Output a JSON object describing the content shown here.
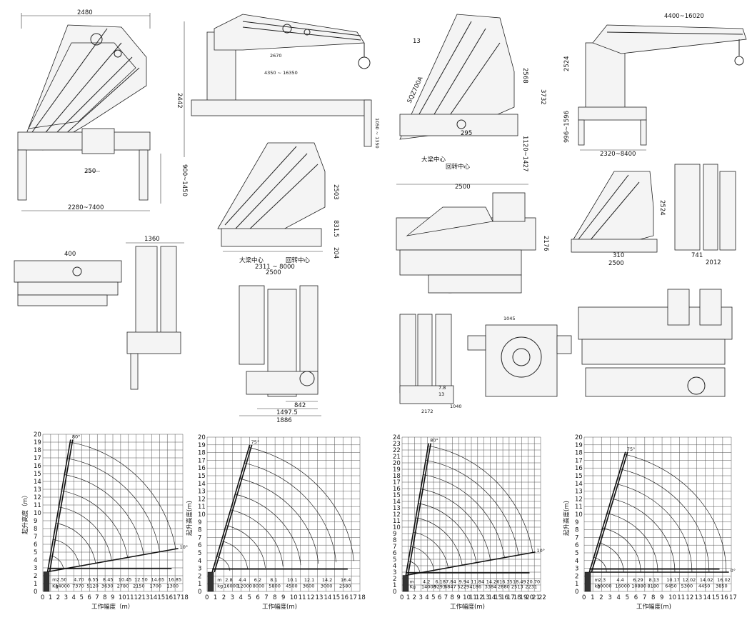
{
  "drawings": {
    "d1": {
      "top": "2480",
      "height": "2442",
      "base": "250",
      "outrigger": "900~1450",
      "span": "2280~7400"
    },
    "d2": {
      "reach1": "2670",
      "reach2": "4350 ~ 16350",
      "vert": "1050 ~ 1350"
    },
    "d3": {
      "width": "2500",
      "height": "2503",
      "h2": "831.5",
      "h3": "204",
      "center1": "大梁中心",
      "center2": "回转中心",
      "span": "2311 ~ 8000"
    },
    "d4": {
      "model": "SQZ700A",
      "part": "13",
      "w1": "295",
      "height": "2568",
      "total": "3732",
      "out": "1120~1427",
      "center1": "大梁中心",
      "center2": "回转中心",
      "width": "2500"
    },
    "d5": {
      "reach": "4400~16020",
      "h": "2524",
      "out": "996~1596",
      "span": "2320~8400"
    },
    "d6": {
      "top": "400"
    },
    "d7": {
      "top": "1360"
    },
    "d8": {
      "w1": "842",
      "w2": "1497.5",
      "w3": "1886"
    },
    "d9": {
      "h": "2176"
    },
    "d10": {
      "h": "2524",
      "w": "2500",
      "w2": "310",
      "w3": "741",
      "w4": "2012"
    },
    "d11": {
      "w1": "1040",
      "w2": "2172",
      "h": "7.8",
      "p": "13"
    },
    "d12": {
      "w": "1045"
    }
  },
  "chart_data": [
    {
      "type": "line",
      "ylabel": "起升高度（m）",
      "xlabel": "工作幅度（m）",
      "x_ticks": [
        "0",
        "1",
        "2",
        "3",
        "4",
        "5",
        "6",
        "7",
        "8",
        "9",
        "10",
        "11",
        "12",
        "13",
        "14",
        "15",
        "16",
        "17",
        "18"
      ],
      "y_ticks": [
        "0",
        "1",
        "2",
        "3",
        "4",
        "5",
        "6",
        "7",
        "8",
        "9",
        "10",
        "11",
        "12",
        "13",
        "14",
        "15",
        "16",
        "17",
        "18",
        "19",
        "20"
      ],
      "xlim": [
        0,
        18
      ],
      "ylim": [
        0,
        20
      ],
      "angle_top": "80°",
      "angle_low": "10°",
      "series": [
        {
          "name": "m",
          "values": [
            "2.50",
            "4.70",
            "6.55",
            "8.45",
            "10.45",
            "12.50",
            "14.65",
            "16.85"
          ]
        },
        {
          "name": "Kg",
          "values": [
            "14000",
            "7370",
            "5120",
            "3630",
            "2780",
            "2150",
            "1700",
            "1300"
          ]
        }
      ]
    },
    {
      "type": "line",
      "ylabel": "起升高度(m)",
      "xlabel": "工作幅度(m)",
      "x_ticks": [
        "0",
        "1",
        "2",
        "3",
        "4",
        "5",
        "6",
        "7",
        "8",
        "9",
        "10",
        "11",
        "12",
        "13",
        "14",
        "15",
        "16",
        "17",
        "18"
      ],
      "y_ticks": [
        "0",
        "1",
        "2",
        "3",
        "4",
        "5",
        "6",
        "7",
        "8",
        "9",
        "10",
        "11",
        "12",
        "13",
        "14",
        "15",
        "16",
        "17",
        "18",
        "19",
        "20"
      ],
      "xlim": [
        0,
        18
      ],
      "ylim": [
        0,
        20
      ],
      "angle_top": "75°",
      "series": [
        {
          "name": "m",
          "values": [
            "2.8",
            "4.4",
            "6.2",
            "8.1",
            "10.1",
            "12.1",
            "14.2",
            "16.4"
          ]
        },
        {
          "name": "kg",
          "values": [
            "16000",
            "12000",
            "8000",
            "5800",
            "4500",
            "3600",
            "3000",
            "2580"
          ]
        }
      ]
    },
    {
      "type": "line",
      "ylabel": "",
      "xlabel": "工作幅度(m)",
      "x_ticks": [
        "0",
        "1",
        "2",
        "3",
        "4",
        "5",
        "6",
        "7",
        "8",
        "9",
        "10",
        "11",
        "12",
        "13",
        "14",
        "15",
        "16",
        "17",
        "18",
        "19",
        "20",
        "21",
        "22"
      ],
      "y_ticks": [
        "0",
        "1",
        "2",
        "3",
        "4",
        "5",
        "6",
        "7",
        "8",
        "9",
        "10",
        "11",
        "12",
        "13",
        "14",
        "15",
        "16",
        "17",
        "18",
        "19",
        "20",
        "21",
        "22",
        "23",
        "24"
      ],
      "xlim": [
        0,
        22
      ],
      "ylim": [
        0,
        24
      ],
      "angle_top": "80°",
      "angle_low": "10°",
      "series": [
        {
          "name": "m",
          "values": [
            "4.2",
            "6.18",
            "7.84",
            "9.94",
            "11.84",
            "14.26",
            "16.35",
            "18.49",
            "20.70"
          ]
        },
        {
          "name": "Kg",
          "values": [
            "14000",
            "9293",
            "6847",
            "5229",
            "4186",
            "3384",
            "2880",
            "2513",
            "2231"
          ]
        }
      ]
    },
    {
      "type": "line",
      "ylabel": "起升高度(m)",
      "xlabel": "工作幅度(m)",
      "x_ticks": [
        "0",
        "1",
        "2",
        "3",
        "4",
        "5",
        "6",
        "7",
        "8",
        "9",
        "10",
        "11",
        "12",
        "13",
        "14",
        "15",
        "16",
        "17"
      ],
      "y_ticks": [
        "0",
        "1",
        "2",
        "3",
        "4",
        "5",
        "6",
        "7",
        "8",
        "9",
        "10",
        "11",
        "12",
        "13",
        "14",
        "15",
        "16",
        "17",
        "18",
        "19",
        "20"
      ],
      "xlim": [
        0,
        17
      ],
      "ylim": [
        0,
        20
      ],
      "angle_top": "75°",
      "angle_low": "0°",
      "series": [
        {
          "name": "m",
          "values": [
            "2.3",
            "4.4",
            "6.29",
            "8.13",
            "10.17",
            "12.02",
            "14.02",
            "16.02"
          ]
        },
        {
          "name": "kg",
          "values": [
            "30000",
            "16000",
            "10880",
            "8180",
            "6450",
            "5300",
            "4450",
            "3850"
          ]
        }
      ]
    }
  ]
}
